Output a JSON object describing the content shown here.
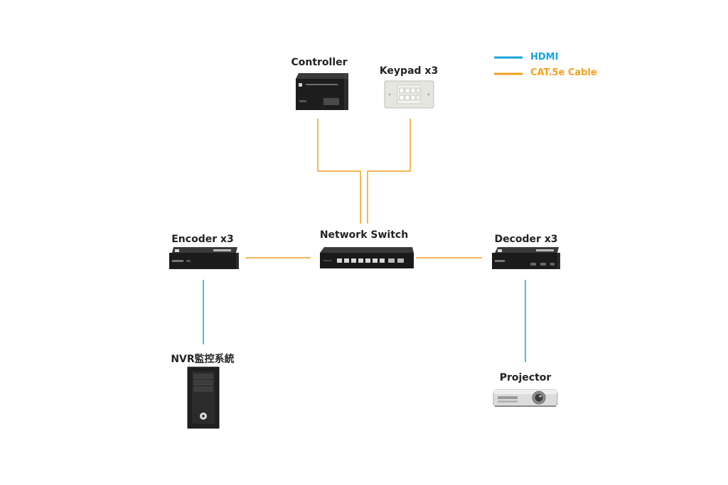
{
  "legend": {
    "hdmi_label": "HDMI",
    "cat_label": "CAT.5e Cable",
    "hdmi_color": "#1aa3dd",
    "cat_color": "#f0a01e"
  },
  "nodes": {
    "controller": {
      "label": "Controller",
      "icon": "controller-device-icon"
    },
    "keypad": {
      "label": "Keypad x3",
      "icon": "keypad-panel-icon"
    },
    "encoder": {
      "label": "Encoder x3",
      "icon": "encoder-device-icon"
    },
    "switch": {
      "label": "Network Switch",
      "icon": "network-switch-icon"
    },
    "decoder": {
      "label": "Decoder x3",
      "icon": "decoder-device-icon"
    },
    "nvr": {
      "label": "NVR監控系統",
      "icon": "pc-tower-icon"
    },
    "projector": {
      "label": "Projector",
      "icon": "projector-icon"
    }
  }
}
